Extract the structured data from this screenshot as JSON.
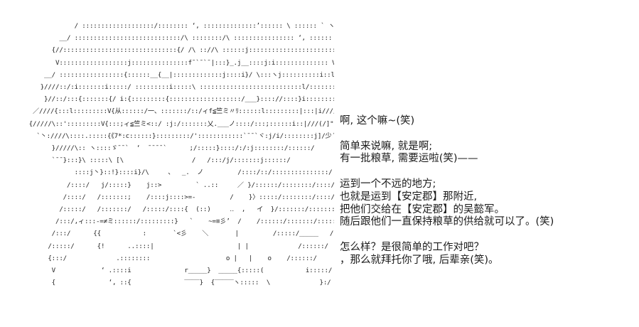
{
  "art_lines": [
    "              / :::::::::::::::::::/:::::::: ‘, ::::::::::::::’:::::: \\ :::::: ` ヽ}>x",
    "          __/ ::::::::::::::::::::::::::::/\\ ::::::::/\\ :::::::::::::::: ‘, ::::::  \\ (/l////>、",
    "        {//::::::::::::::::::::::::::::::{/ /\\ :://\\ ::::::j:::::::::::::::::::::::::V/＼/////＼",
    "         V::::::::::::::::::j:::::::::::::::f¯`¯`¯|:::}_.j__::::j:i:::::::::::::: V //＼////}",
    "      __/ :::::::::::::::::{::::::__{__|:::::::::::::j::::i}/ \\:::ヽj::::::::::i::l////]i////",
    "     }////::/:i:::::::i:::::/ :::::::::i:::::\\ :::::::::::::::::::::::::::l/:::::::::::/\\ :::::::::}:::::l/////[////",
    "      }//::/:::{:::::::{/ i:{:::::::::{:::::::::::::::::::/___}:::://::::}i::::::::|:::l/////!/\\",
    "   ／////{:::l:::::::::V{从::::::/一、:::::::/::/ィf≦竺ミ〃ﾘ::::::l:::::::::|:::|i//////////〉",
    "  {/////\\::':::::::::V{:::;ィ≦竺ミ<::/ :j:/:::::::乂.___ノ::::/:::;::::::i::|///(/]\"]\"'",
    "    `丶:////\\::::.:::::{《7*:c::::::}:::::::::/'::::::::::::`¯¯`ヾ:j/i/::::::::j]/少´¯:::j",
    "        }/////\\:: ヽ::::ゞ¯¯`  ‘  ¯¯¯¯`      ;/:::::}::::/:/:j::::::::/::::::/",
    "        `¯¯}:::}\\ :::::\\ [\\                  /   /:::/j/:::::::j::::::/",
    "              ::::j丶}::!}::::i}/\\     、  _.  ノ         /::::/::/:::::::::::::::/",
    "            /::::/   j/:::::}    j::>         ` ..::     ／ }/::::::/::::::::/::::/::/:i",
    "           /::::/   /:::::::;    /::::j::::>=-         /    }〉:::::/::::::::/::::/:::{",
    "          /:::::/   /:::::::/   /:::::/::::{  (::)     ‥  ,   イ  }/:::::::/:::::::/::::/::::{",
    "         /:::/,ィ:::-=≠ミ::::::/:::::::::}   `    ~=≡彡’  /    /::::::/:::::::/::::::/::::::‘,",
    "        /:::/      {{           :       `<彡    ＼       |         /:::::/_____   /   ＼",
    "       /:::::/      {!      ..::::|                      | |             /::::::/            |           ‘,",
    "       {:::/             .::::::::                    o |   |    o    /::::::/            ‘.      /         ‘.",
    "        V            ‘ .::::i              r_____}  _____{:::::(           i:::::/  i        i",
    "        {              ‘, ::{              ‾‾‾‾}  {‾‾‾‾‾ヽ:::::  \\             }:/   }        }"
  ],
  "dialogue": [
    "啊, 这个嘛~(笑)",
    "",
    "简单来说嘛, 就是啊;",
    "有一批粮草, 需要运啦(笑)——",
    "",
    "运到一个不远的地方;",
    "也就是运到【安定郡】那附近,",
    "把他们交给在【安定郡】的吴懿军。",
    "随后跟他们一直保持粮草的供给就可以了。(笑)",
    "",
    "怎么样？是很简单的工作对吧？",
    "，那么就拜托你了哦, 后辈亲(笑)。"
  ]
}
